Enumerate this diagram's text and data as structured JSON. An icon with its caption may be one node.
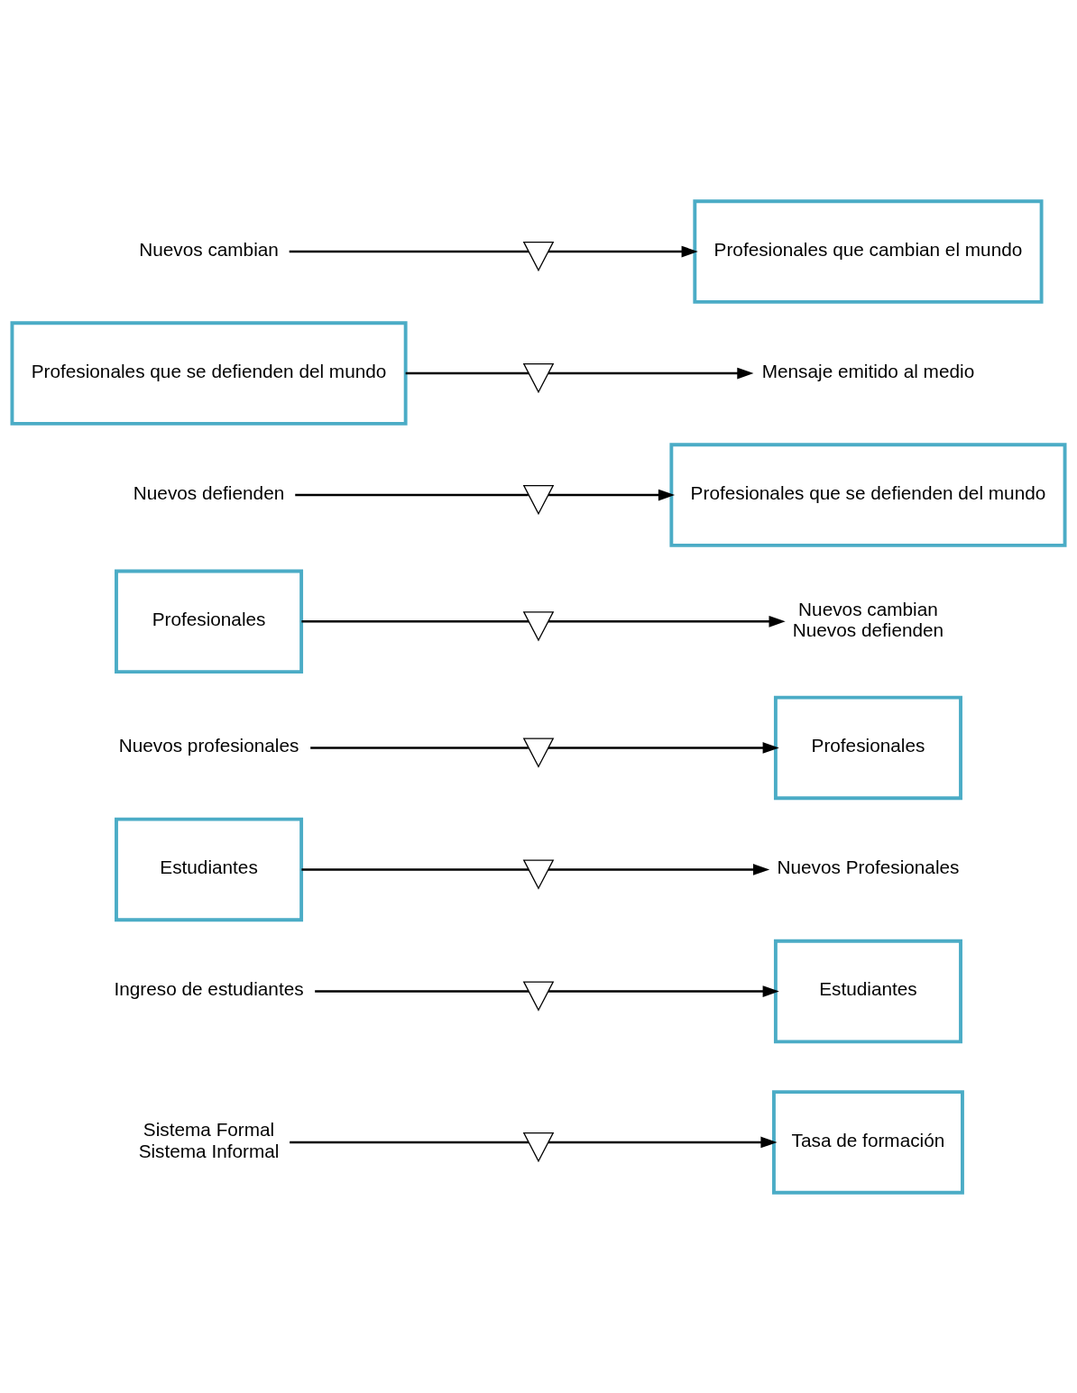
{
  "diagram": {
    "nodes": [
      {
        "text": [
          "Sistema Formal",
          "Sistema Informal"
        ]
      },
      {
        "text": [],
        "shape": "hourglass"
      },
      {
        "text": [
          "Tasa de formación"
        ]
      },
      {
        "text": [
          "Ingreso de estudiantes"
        ]
      },
      {
        "text": [],
        "shape": "hourglass"
      },
      {
        "text": [
          "Estudiantes"
        ]
      },
      {
        "text": [
          "Estudiantes"
        ]
      },
      {
        "text": [],
        "shape": "hourglass"
      },
      {
        "text": [
          "Nuevos Profesionales"
        ]
      },
      {
        "text": [
          "Nuevos profesionales"
        ]
      },
      {
        "text": [],
        "shape": "hourglass"
      },
      {
        "text": [
          "Profesionales"
        ]
      },
      {
        "text": [
          "Profesionales"
        ]
      },
      {
        "text": [],
        "shape": "hourglass"
      },
      {
        "text": [
          "Nuevos cambian",
          "Nuevos defienden"
        ]
      },
      {
        "text": [
          "Nuevos defienden"
        ]
      },
      {
        "text": [],
        "shape": "hourglass"
      },
      {
        "text": [
          "Profesionales que se defienden del mundo"
        ]
      },
      {
        "text": [
          "Profesionales que se defienden del mundo"
        ]
      },
      {
        "text": [],
        "shape": "hourglass"
      },
      {
        "text": [
          "Mensaje emitido al medio"
        ]
      },
      {
        "text": [
          "Nuevos cambian"
        ]
      },
      {
        "text": [],
        "shape": "hourglass"
      },
      {
        "text": [
          "Profesionales que cambian el mundo"
        ]
      }
    ],
    "edges": [
      {
        "from": 0,
        "to": 1,
        "arrow": "none"
      },
      {
        "from": 1,
        "to": 2,
        "arrow": "to"
      },
      {
        "from": 3,
        "to": 4,
        "arrow": "none"
      },
      {
        "from": 4,
        "to": 5,
        "arrow": "to"
      },
      {
        "from": 6,
        "to": 7,
        "arrow": "none"
      },
      {
        "from": 7,
        "to": 8,
        "arrow": "to"
      },
      {
        "from": 9,
        "to": 10,
        "arrow": "none"
      },
      {
        "from": 10,
        "to": 11,
        "arrow": "to"
      },
      {
        "from": 12,
        "to": 13,
        "arrow": "none"
      },
      {
        "from": 13,
        "to": 14,
        "arrow": "to"
      },
      {
        "from": 15,
        "to": 16,
        "arrow": "none"
      },
      {
        "from": 16,
        "to": 17,
        "arrow": "to"
      },
      {
        "from": 18,
        "to": 19,
        "arrow": "none"
      },
      {
        "from": 19,
        "to": 20,
        "arrow": "to"
      },
      {
        "from": 21,
        "to": 22,
        "arrow": "none"
      },
      {
        "from": 22,
        "to": 23,
        "arrow": "to"
      }
    ]
  }
}
